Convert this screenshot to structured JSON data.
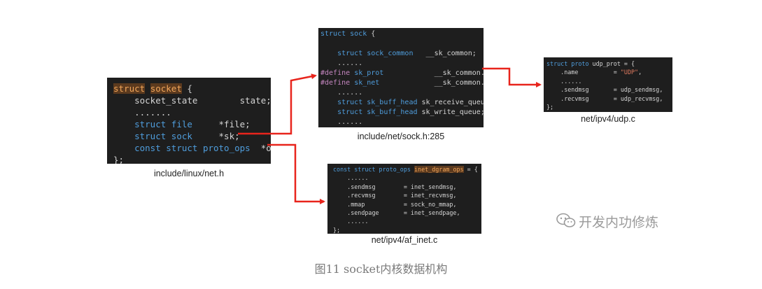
{
  "panels": {
    "socket": {
      "lines": [
        [
          {
            "t": "struct",
            "c": "kw hl"
          },
          {
            "t": " ",
            "c": "plain"
          },
          {
            "t": "socket",
            "c": "hl"
          },
          {
            "t": " {",
            "c": "plain"
          }
        ],
        [
          {
            "t": "    socket_state        state;",
            "c": "plain"
          }
        ],
        [
          {
            "t": "    .......",
            "c": "plain"
          }
        ],
        [
          {
            "t": "    ",
            "c": "plain"
          },
          {
            "t": "struct file",
            "c": "kw"
          },
          {
            "t": "     *file;",
            "c": "plain"
          }
        ],
        [
          {
            "t": "    ",
            "c": "plain"
          },
          {
            "t": "struct sock",
            "c": "kw"
          },
          {
            "t": "     *sk;",
            "c": "plain"
          }
        ],
        [
          {
            "t": "    ",
            "c": "plain"
          },
          {
            "t": "const struct proto_ops",
            "c": "kw"
          },
          {
            "t": "  *ops;",
            "c": "plain"
          }
        ],
        [
          {
            "t": "};",
            "c": "plain"
          }
        ]
      ],
      "caption": "include/linux/net.h"
    },
    "sock": {
      "lines": [
        [
          {
            "t": "struct sock",
            "c": "kw"
          },
          {
            "t": " {",
            "c": "plain"
          }
        ],
        [
          {
            "t": "",
            "c": "plain"
          }
        ],
        [
          {
            "t": "    ",
            "c": "plain"
          },
          {
            "t": "struct sock_common",
            "c": "kw"
          },
          {
            "t": "   __sk_common;",
            "c": "plain"
          }
        ],
        [
          {
            "t": "    ......",
            "c": "plain"
          }
        ],
        [
          {
            "t": "#define",
            "c": "mac"
          },
          {
            "t": " ",
            "c": "plain"
          },
          {
            "t": "sk_prot",
            "c": "kw"
          },
          {
            "t": "            __sk_common.skc_prot",
            "c": "plain"
          }
        ],
        [
          {
            "t": "#define",
            "c": "mac"
          },
          {
            "t": " ",
            "c": "plain"
          },
          {
            "t": "sk_net",
            "c": "kw"
          },
          {
            "t": "             __sk_common.skc_net",
            "c": "plain"
          }
        ],
        [
          {
            "t": "    ......",
            "c": "plain"
          }
        ],
        [
          {
            "t": "    ",
            "c": "plain"
          },
          {
            "t": "struct sk_buff_head",
            "c": "kw"
          },
          {
            "t": " sk_receive_queue;",
            "c": "plain"
          }
        ],
        [
          {
            "t": "    ",
            "c": "plain"
          },
          {
            "t": "struct sk_buff_head",
            "c": "kw"
          },
          {
            "t": " sk_write_queue;",
            "c": "plain"
          }
        ],
        [
          {
            "t": "    ......",
            "c": "plain"
          }
        ],
        [
          {
            "t": "}",
            "c": "plain"
          }
        ]
      ],
      "caption": "include/net/sock.h:285"
    },
    "udp": {
      "lines": [
        [
          {
            "t": "struct proto",
            "c": "kw"
          },
          {
            "t": " udp_prot = {",
            "c": "plain"
          }
        ],
        [
          {
            "t": "    .name          = ",
            "c": "plain"
          },
          {
            "t": "\"UDP\"",
            "c": "str"
          },
          {
            "t": ",",
            "c": "plain"
          }
        ],
        [
          {
            "t": "    ......",
            "c": "plain"
          }
        ],
        [
          {
            "t": "    .sendmsg       = udp_sendmsg,",
            "c": "plain"
          }
        ],
        [
          {
            "t": "    .recvmsg       = udp_recvmsg,",
            "c": "plain"
          }
        ],
        [
          {
            "t": "};",
            "c": "plain"
          }
        ]
      ],
      "caption": "net/ipv4/udp.c"
    },
    "inet": {
      "lines": [
        [
          {
            "t": "const struct proto_ops",
            "c": "kw"
          },
          {
            "t": " ",
            "c": "plain"
          },
          {
            "t": "inet_dgram_ops",
            "c": "hl"
          },
          {
            "t": " = {",
            "c": "plain"
          }
        ],
        [
          {
            "t": "    ......",
            "c": "plain"
          }
        ],
        [
          {
            "t": "    .sendmsg        = inet_sendmsg,",
            "c": "plain"
          }
        ],
        [
          {
            "t": "    .recvmsg        = inet_recvmsg,",
            "c": "plain"
          }
        ],
        [
          {
            "t": "    .mmap           = sock_no_mmap,",
            "c": "plain"
          }
        ],
        [
          {
            "t": "    .sendpage       = inet_sendpage,",
            "c": "plain"
          }
        ],
        [
          {
            "t": "    ......",
            "c": "plain"
          }
        ],
        [
          {
            "t": "};",
            "c": "plain"
          }
        ]
      ],
      "caption": "net/ipv4/af_inet.c"
    }
  },
  "watermark": "开发内功修炼",
  "figure_caption": "图11 socket内核数据机构",
  "colors": {
    "arrow": "#e8241c",
    "panel_bg": "#1e1e1e",
    "keyword": "#4f9ddc",
    "highlight": "#f2a65a"
  }
}
